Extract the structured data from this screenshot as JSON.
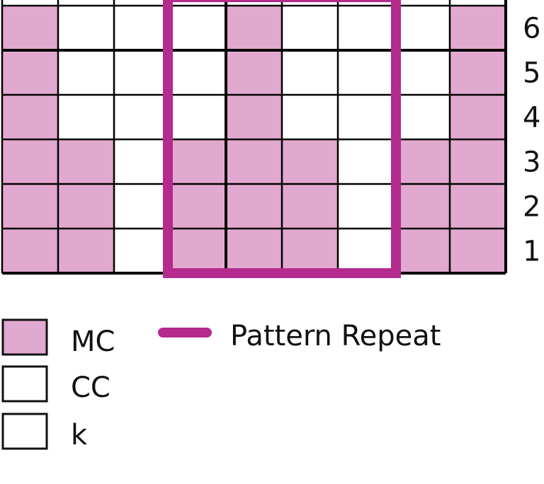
{
  "colors": {
    "mc": "#e2a9d0",
    "cc": "#ffffff",
    "k": "#ffffff",
    "grid": "#000000",
    "repeat": "#b42a8d"
  },
  "chart": {
    "cols": 9,
    "rows_top_to_bottom": [
      {
        "label": "6",
        "cells": [
          "MC",
          "CC",
          "CC",
          "CC",
          "MC",
          "CC",
          "CC",
          "CC",
          "MC"
        ]
      },
      {
        "label": "5",
        "cells": [
          "MC",
          "CC",
          "CC",
          "CC",
          "MC",
          "CC",
          "CC",
          "CC",
          "MC"
        ]
      },
      {
        "label": "4",
        "cells": [
          "MC",
          "CC",
          "CC",
          "CC",
          "MC",
          "CC",
          "CC",
          "CC",
          "MC"
        ]
      },
      {
        "label": "3",
        "cells": [
          "MC",
          "MC",
          "CC",
          "MC",
          "MC",
          "MC",
          "CC",
          "MC",
          "MC"
        ]
      },
      {
        "label": "2",
        "cells": [
          "MC",
          "MC",
          "CC",
          "MC",
          "MC",
          "MC",
          "CC",
          "MC",
          "MC"
        ]
      },
      {
        "label": "1",
        "cells": [
          "MC",
          "MC",
          "CC",
          "MC",
          "MC",
          "MC",
          "CC",
          "MC",
          "MC"
        ]
      }
    ],
    "pattern_repeat": {
      "first_col": 4,
      "last_col": 7
    }
  },
  "legend": {
    "mc": "MC",
    "cc": "CC",
    "k": "k",
    "repeat": "Pattern Repeat"
  }
}
